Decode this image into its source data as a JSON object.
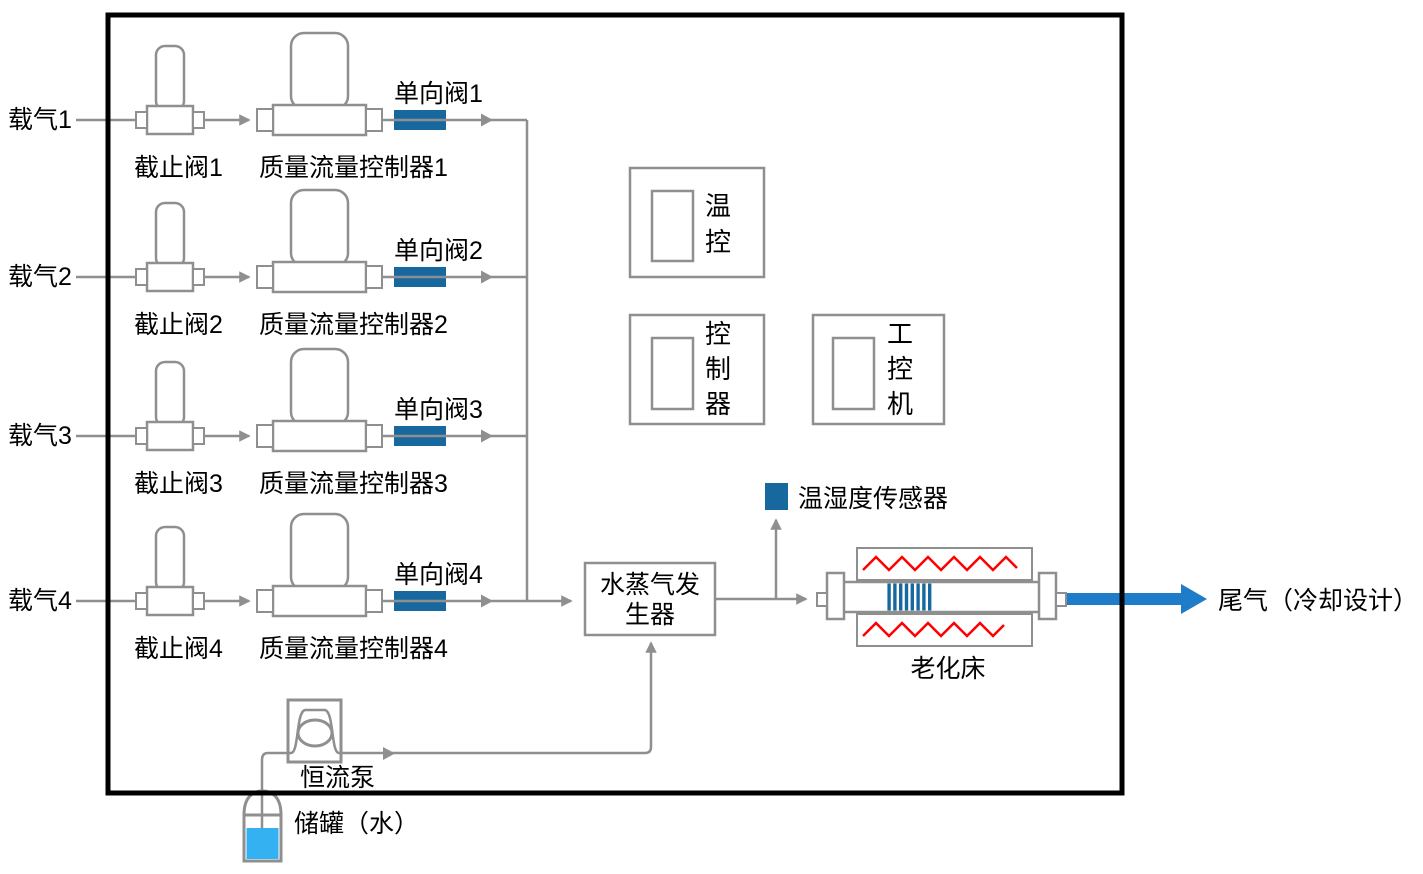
{
  "diagram": {
    "carrier_lines": [
      {
        "carrier": "载气1",
        "stop_valve": "截止阀1",
        "mfc": "质量流量控制器1",
        "check_valve": "单向阀1"
      },
      {
        "carrier": "载气2",
        "stop_valve": "截止阀2",
        "mfc": "质量流量控制器2",
        "check_valve": "单向阀2"
      },
      {
        "carrier": "载气3",
        "stop_valve": "截止阀3",
        "mfc": "质量流量控制器3",
        "check_valve": "单向阀3"
      },
      {
        "carrier": "载气4",
        "stop_valve": "截止阀4",
        "mfc": "质量流量控制器4",
        "check_valve": "单向阀4"
      }
    ],
    "control_boxes": {
      "temp_control": "温控",
      "controller": "控制器",
      "industrial_pc": "工控机"
    },
    "steam_generator": "水蒸气发生器",
    "humidity_sensor": "温湿度传感器",
    "aging_bed": "老化床",
    "tail_gas": "尾气（冷却设计）",
    "pump": "恒流泵",
    "water_tank": "储罐（水）",
    "colors": {
      "line_gray": "#8F8F8F",
      "valve_blue": "#17689E",
      "arrow_blue": "#1F7CC9",
      "water_blue": "#33B1F1",
      "heater_red": "#FF0000",
      "dot_blue": "#2E75B6",
      "border_black": "#000000"
    }
  }
}
